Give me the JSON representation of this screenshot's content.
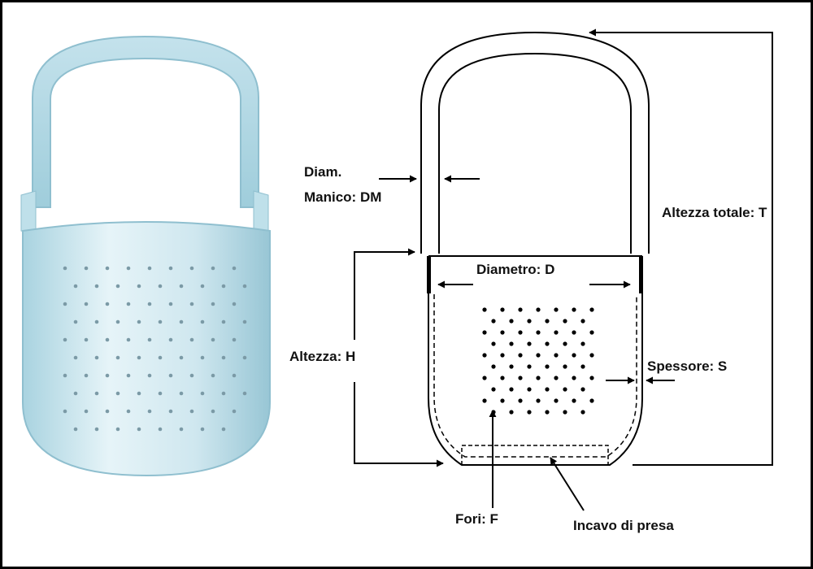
{
  "photo": {
    "alt": "Foto del cestino filtro in plastica azzurra"
  },
  "labels": {
    "diam_manico_line1": "Diam.",
    "diam_manico_line2": "Manico:  DM",
    "diametro": "Diametro:  D",
    "altezza_totale": "Altezza totale: T",
    "altezza": "Altezza:  H",
    "spessore": "Spessore:  S",
    "fori": "Fori:  F",
    "incavo": "Incavo di presa"
  },
  "colors": {
    "photo_fill": "#cfe7ef",
    "photo_edge": "#9ccad8",
    "hole": "#7b9aa6",
    "line": "#000000",
    "frame": "#000000"
  }
}
